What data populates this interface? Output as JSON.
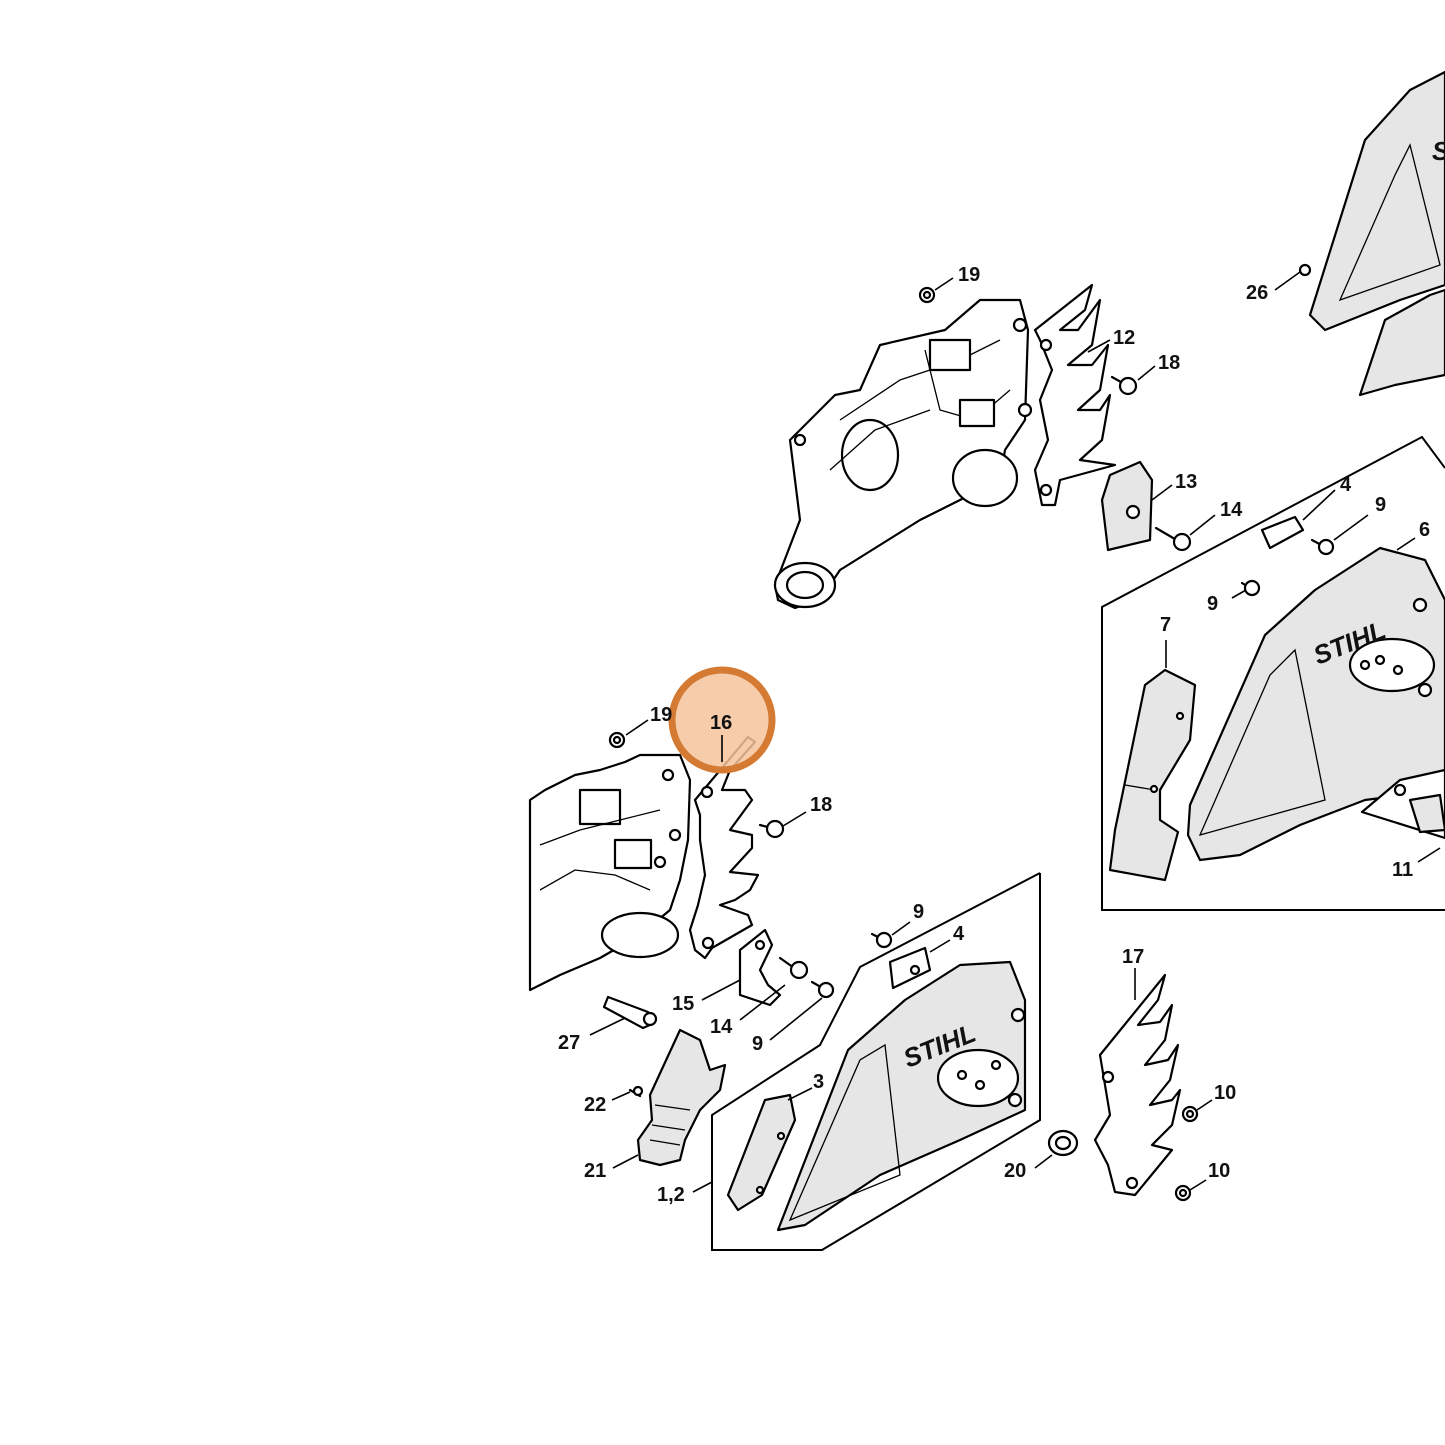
{
  "diagram": {
    "highlight_color": "#f4c39b",
    "highlight_ring_color": "#d47a32",
    "highlighted_callout": "16",
    "brand_text": "STIHL",
    "callouts": [
      {
        "id": "c-19-top",
        "label": "19"
      },
      {
        "id": "c-12",
        "label": "12"
      },
      {
        "id": "c-18-top",
        "label": "18"
      },
      {
        "id": "c-13",
        "label": "13"
      },
      {
        "id": "c-14-top",
        "label": "14"
      },
      {
        "id": "c-4-right",
        "label": "4"
      },
      {
        "id": "c-9-right-a",
        "label": "9"
      },
      {
        "id": "c-6",
        "label": "6"
      },
      {
        "id": "c-9-right-b",
        "label": "9"
      },
      {
        "id": "c-7",
        "label": "7"
      },
      {
        "id": "c-26",
        "label": "26"
      },
      {
        "id": "c-11",
        "label": "11"
      },
      {
        "id": "c-19-mid",
        "label": "19"
      },
      {
        "id": "c-16",
        "label": "16"
      },
      {
        "id": "c-18-mid",
        "label": "18"
      },
      {
        "id": "c-9-mid",
        "label": "9"
      },
      {
        "id": "c-4-mid",
        "label": "4"
      },
      {
        "id": "c-15",
        "label": "15"
      },
      {
        "id": "c-14-mid",
        "label": "14"
      },
      {
        "id": "c-9-low",
        "label": "9"
      },
      {
        "id": "c-27",
        "label": "27"
      },
      {
        "id": "c-3",
        "label": "3"
      },
      {
        "id": "c-22",
        "label": "22"
      },
      {
        "id": "c-21",
        "label": "21"
      },
      {
        "id": "c-1-2",
        "label": "1,2"
      },
      {
        "id": "c-17",
        "label": "17"
      },
      {
        "id": "c-10-a",
        "label": "10"
      },
      {
        "id": "c-20",
        "label": "20"
      },
      {
        "id": "c-10-b",
        "label": "10"
      }
    ]
  }
}
